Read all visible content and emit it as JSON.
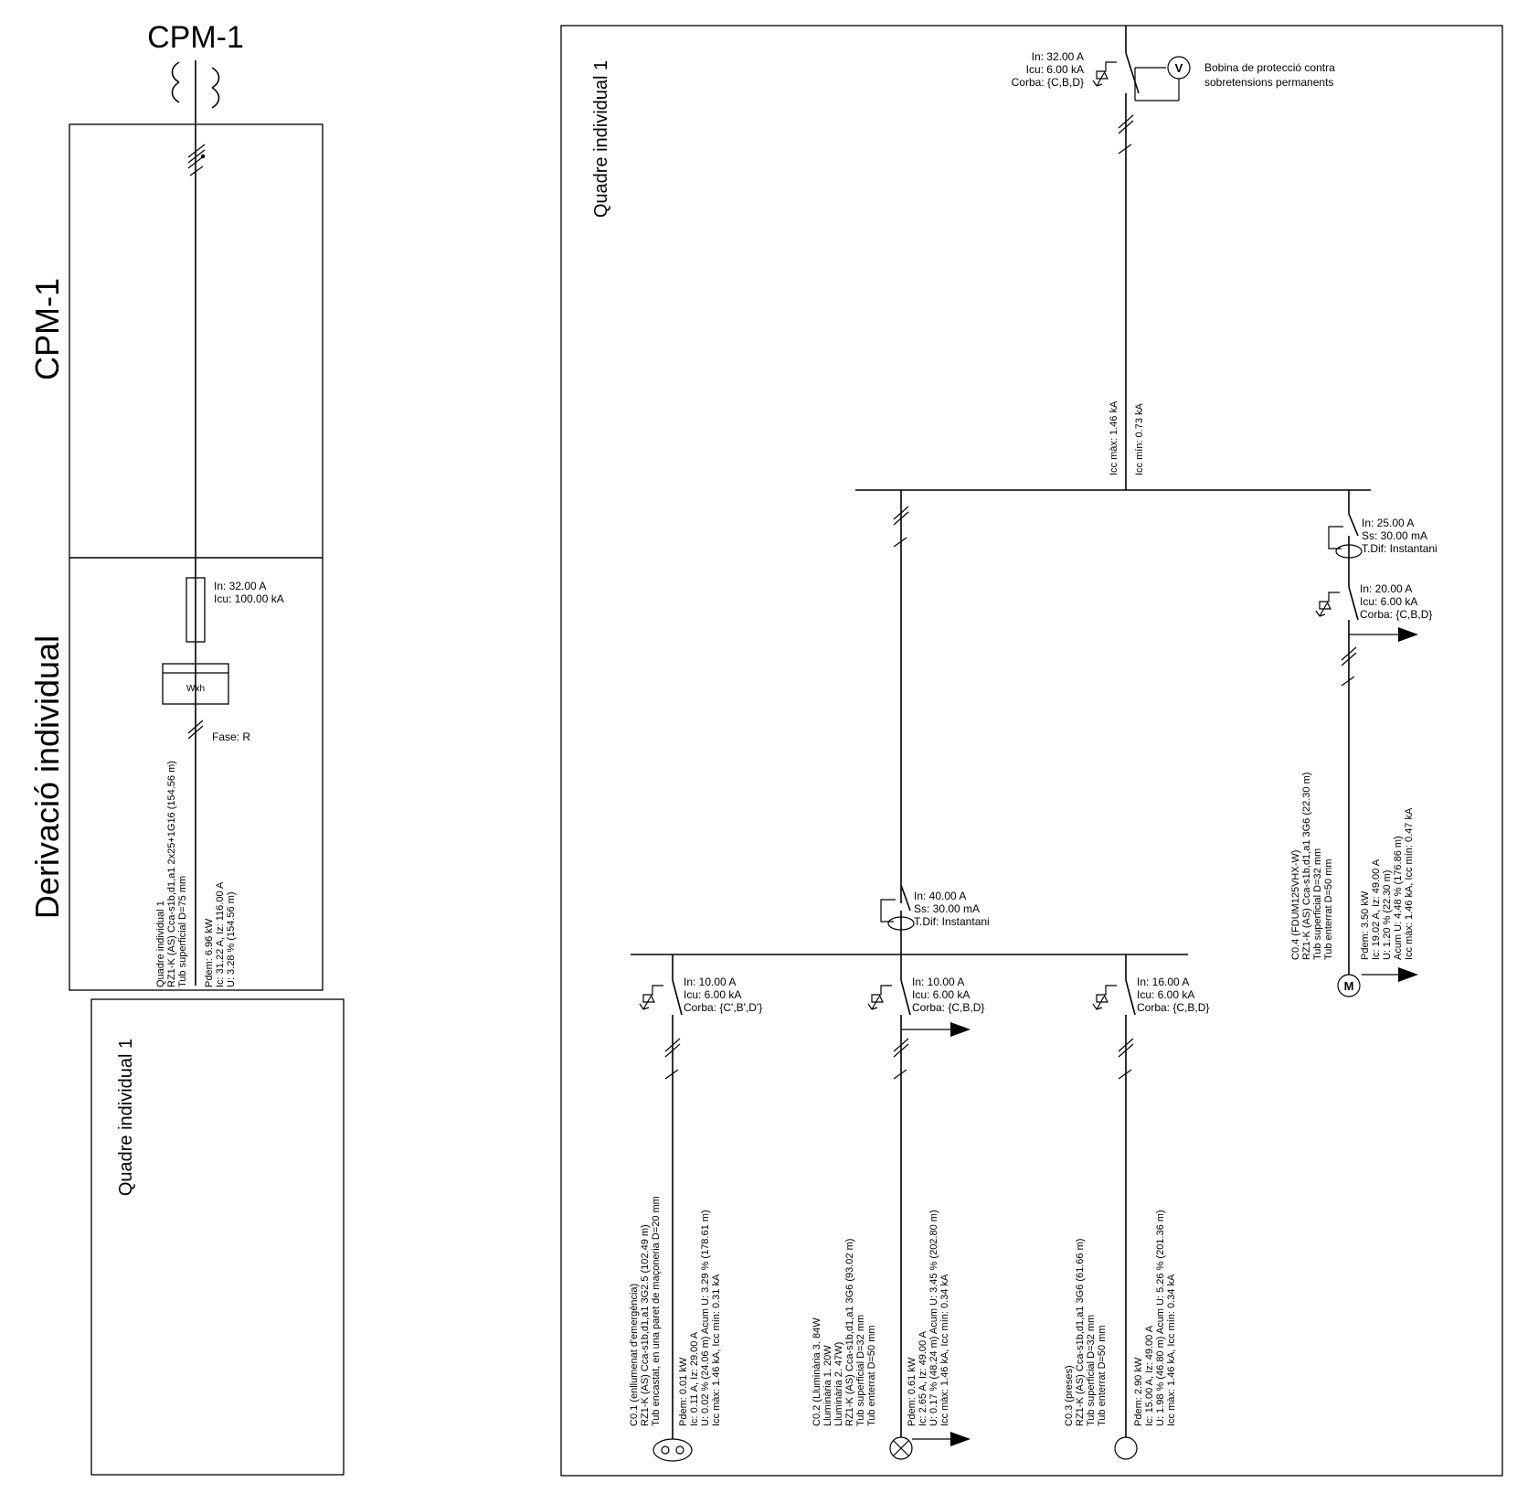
{
  "cpm": {
    "top_title": "CPM-1",
    "section_label": "CPM-1"
  },
  "derivation": {
    "section_label": "Derivació individual",
    "fuse": [
      "In: 32.00 A",
      "Icu: 100.00 kA"
    ],
    "meter_label": "Wxh",
    "phase": "Fase: R",
    "cable": [
      "Quadre individual 1",
      "RZ1-K (AS) Cca-s1b,d1,a1 2x25+1G16 (154.56 m)",
      "Tub superficial D=75 mm"
    ],
    "calc": [
      "Pdem: 6.96 kW",
      "Ic: 31.22 A, Iz: 116.00 A",
      "U: 3.28 % (154.56 m)"
    ]
  },
  "quadre_left": {
    "label": "Quadre individual 1"
  },
  "panel": {
    "label": "Quadre individual 1",
    "main_breaker": [
      "In: 32.00 A",
      "Icu: 6.00 kA",
      "Corba: {C,B,D}"
    ],
    "voltmeter_symbol": "V",
    "coil": [
      "Bobina de protecció contra",
      "sobretensions permanents"
    ],
    "icc": [
      "Icc màx: 1.46 kA",
      "Icc mín: 0.73 kA"
    ],
    "diff_main": [
      "In: 40.00 A",
      "Ss: 30.00 mA",
      "T.Dif: Instantani"
    ],
    "diff_c4": [
      "In: 25.00 A",
      "Ss: 30.00 mA",
      "T.Dif: Instantani"
    ],
    "breaker_c4": [
      "In: 20.00 A",
      "Icu: 6.00 kA",
      "Corba: {C,B,D}"
    ],
    "motor_symbol": "M",
    "c4_cable": [
      "C0.4 (FDUM125VHX-W)",
      "RZ1-K (AS) Cca-s1b,d1,a1 3G6 (22.30 m)",
      "Tub superficial D=32 mm",
      "Tub enterrat D=50 mm"
    ],
    "c4_calc": [
      "Pdem: 3.50 kW",
      "Ic: 19.02 A, Iz: 49.00 A",
      "U: 1.20 % (22.30 m)",
      "Acum U: 4.48 % (176.86 m)",
      "Icc màx: 1.46 kA, Icc mín: 0.47 kA"
    ],
    "breaker_c1": [
      "In: 10.00 A",
      "Icu: 6.00 kA",
      "Corba: {C',B',D'}"
    ],
    "breaker_c2": [
      "In: 10.00 A",
      "Icu: 6.00 kA",
      "Corba: {C,B,D}"
    ],
    "breaker_c3": [
      "In: 16.00 A",
      "Icu: 6.00 kA",
      "Corba: {C,B,D}"
    ],
    "c1_cable": [
      "C0.1 (enllumenat d'emergència)",
      "RZ1-K (AS) Cca-s1b,d1,a1 3G2.5 (102.49 m)",
      "Tub encastat, en una paret de maçoneria D=20 mm"
    ],
    "c1_calc": [
      "Pdem: 0.01 kW",
      "Ic: 0.11 A, Iz: 29.00 A",
      "U: 0.02 % (24.06 m) Acum U: 3.29 % (178.61 m)",
      "Icc màx: 1.46 kA, Icc mín: 0.31 kA"
    ],
    "c2_cable": [
      "C0.2 (Lluminària 3. 84W",
      "Lluminària 1. 20W",
      "Lluminària 2. 47W)",
      "RZ1-K (AS) Cca-s1b,d1,a1 3G6 (93.02 m)",
      "Tub superficial D=32 mm",
      "Tub enterrat D=50 mm"
    ],
    "c2_calc": [
      "Pdem: 0.61 kW",
      "Ic: 2.65 A, Iz: 49.00 A",
      "U: 0.17 % (48.24 m) Acum U: 3.45 % (202.80 m)",
      "Icc màx: 1.46 kA, Icc mín: 0.34 kA"
    ],
    "c3_cable": [
      "C0.3 (preses)",
      "RZ1-K (AS) Cca-s1b,d1,a1 3G6 (61.66 m)",
      "Tub superficial D=32 mm",
      "Tub enterrat D=50 mm"
    ],
    "c3_calc": [
      "Pdem: 2.90 kW",
      "Ic: 15.00 A, Iz: 49.00 A",
      "U: 1.98 % (46.80 m) Acum U: 5.26 % (201.36 m)",
      "Icc màx: 1.46 kA, Icc mín: 0.34 kA"
    ]
  }
}
